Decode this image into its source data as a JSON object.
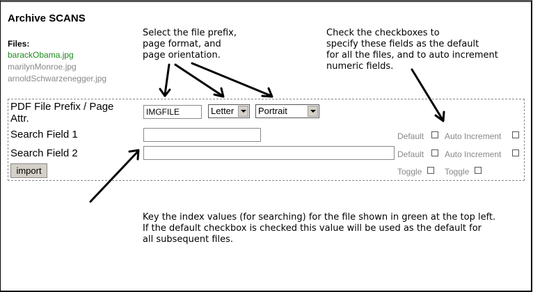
{
  "title": "Archive SCANS",
  "files": {
    "label": "Files:",
    "items": [
      {
        "name": "barackObama.jpg",
        "active": true
      },
      {
        "name": "marilynMonroe.jpg",
        "active": false
      },
      {
        "name": "arnoldSchwarzenegger.jpg",
        "active": false
      }
    ]
  },
  "annotations": {
    "select_note": [
      "Select the file prefix,",
      "page format, and",
      "page orientation."
    ],
    "checkbox_note": [
      "Check the checkboxes to",
      "specify these fields as the default",
      "for all the files, and to auto increment",
      "numeric fields."
    ],
    "index_note": [
      "Key the index values (for searching) for the file shown in green at the top left.",
      "If the default checkbox is checked this value will be used as the default for",
      "all subsequent files."
    ]
  },
  "form": {
    "prefix_label_1": "PDF File Prefix / Page",
    "prefix_label_2": "Attr.",
    "prefix_value": "IMGFILE",
    "page_format": "Letter",
    "page_orientation": "Portrait",
    "search_field_1_label": "Search Field 1",
    "search_field_1_value": "",
    "search_field_2_label": "Search Field 2",
    "search_field_2_value": "",
    "default_label": "Default",
    "auto_increment_label": "Auto Increment",
    "toggle_label": "Toggle",
    "import_label": "import"
  },
  "colors": {
    "active_file": "#1a8a1a",
    "inactive_file": "#888888"
  }
}
